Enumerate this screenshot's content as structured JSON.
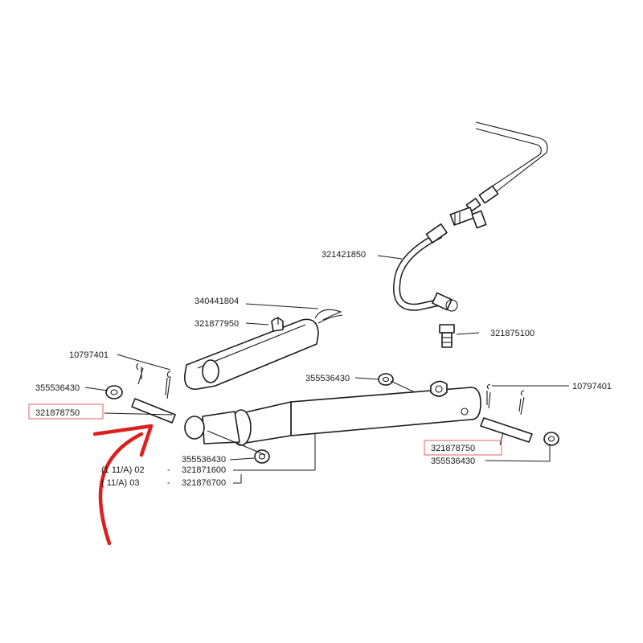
{
  "diagram": {
    "labels": {
      "hose": "321421850",
      "clip": "340441804",
      "bracket": "321877950",
      "fitting": "321875100",
      "pin_split_left": "10797401",
      "washer_left": "355536430",
      "pin_left": "321878750",
      "washer_mid": "355536430",
      "washer_lower": "355536430",
      "pin_split_right": "10797401",
      "pin_right": "321878750",
      "washer_right": "355536430",
      "cyl_a": "321871600",
      "cyl_b": "321876700",
      "variant_a_ref": "(1 11/A) 02",
      "variant_b_ref": "( 11/A) 03",
      "dash": "-"
    },
    "highlight_color": "#e06060",
    "arrow_color": "#dd1f1f"
  }
}
